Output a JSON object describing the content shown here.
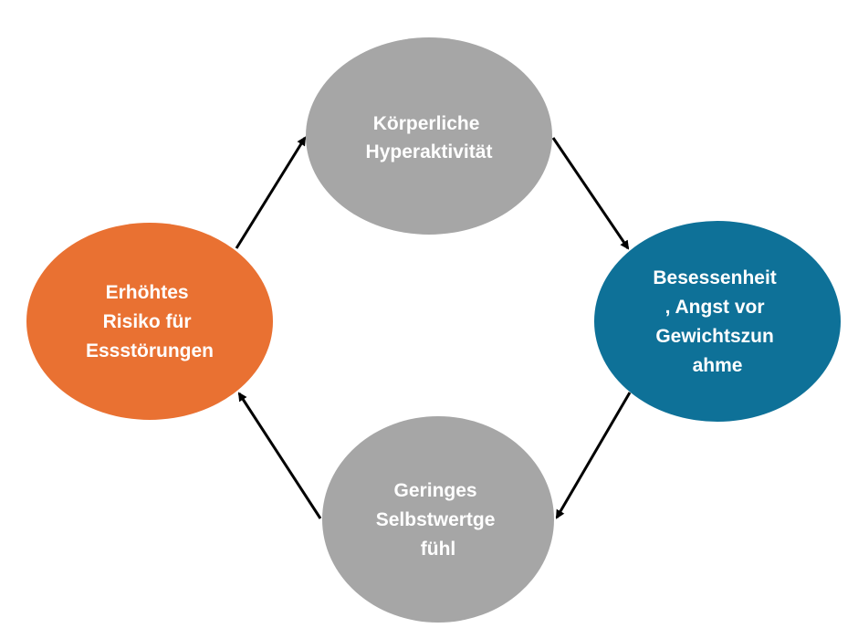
{
  "colors": {
    "background": "#ffffff",
    "gray_node": "#a6a6a6",
    "orange_node": "#e97132",
    "blue_node": "#0e7198",
    "arrow": "#000000",
    "label_text": "#ffffff"
  },
  "nodes": {
    "top": {
      "lines": [
        "Körperliche",
        "Hyperaktivität"
      ]
    },
    "right": {
      "lines": [
        "Besessenheit",
        ", Angst vor",
        "Gewichtszun",
        "ahme"
      ]
    },
    "bottom": {
      "lines": [
        "Geringes",
        "Selbstwertge",
        "fühl"
      ]
    },
    "left": {
      "lines": [
        "Erhöhtes",
        "Risiko für",
        "Essstörungen"
      ]
    }
  }
}
